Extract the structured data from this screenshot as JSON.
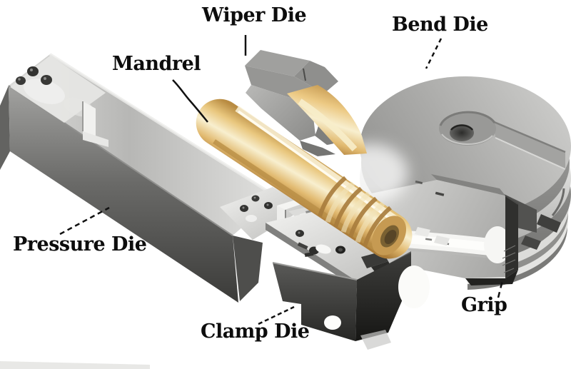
{
  "labels": [
    {
      "id": "wiper-die",
      "text": "Wiper Die"
    },
    {
      "id": "bend-die",
      "text": "Bend Die"
    },
    {
      "id": "mandrel",
      "text": "Mandrel"
    },
    {
      "id": "pressure-die",
      "text": "Pressure Die"
    },
    {
      "id": "clamp-die",
      "text": "Clamp Die"
    },
    {
      "id": "grip",
      "text": "Grip"
    }
  ],
  "colors": {
    "background": "#ffffff",
    "label_text": "#0d0d0d",
    "steel_light": "#e2e2e0",
    "steel_mid": "#a8a8a6",
    "steel_dark": "#4a4a48",
    "steel_darkest": "#2a2a28",
    "brass_highlight": "#f8eecd",
    "brass_mid": "#e6c07c",
    "brass_shadow": "#b3873f"
  }
}
